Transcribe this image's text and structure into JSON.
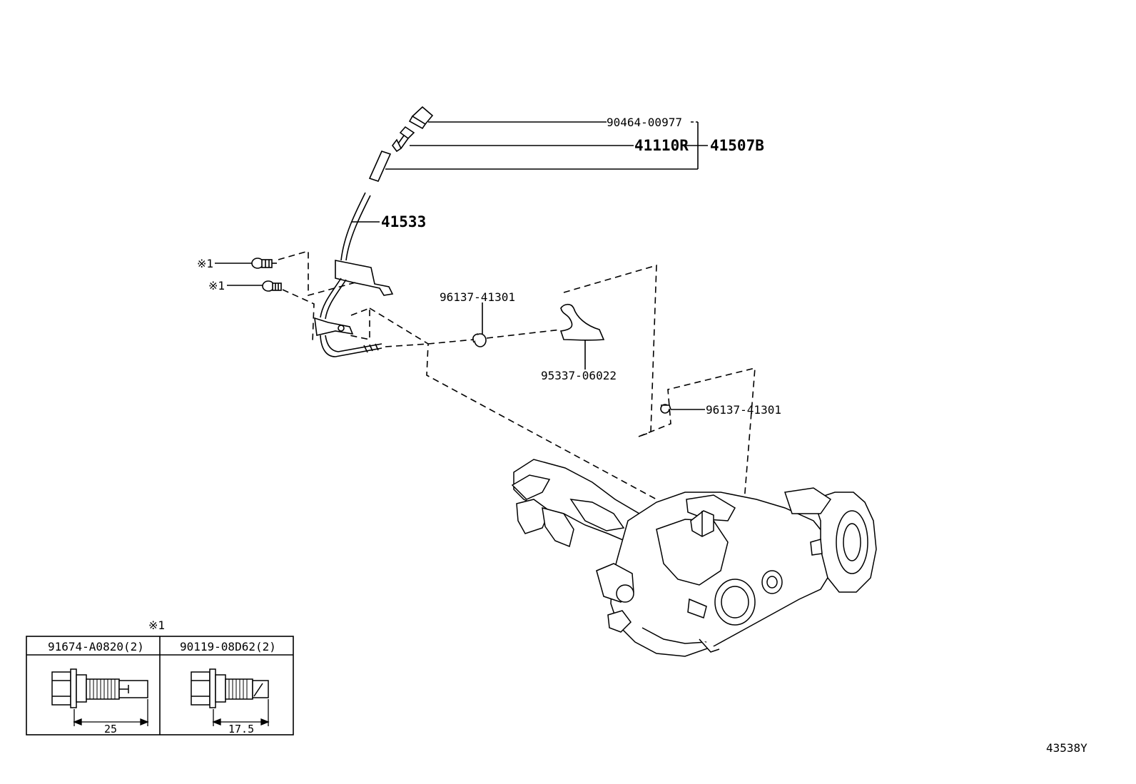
{
  "callouts": {
    "p90464": "90464-00977",
    "p41110R": "41110R",
    "p41507B": "41507B",
    "p41533": "41533",
    "mark1a": "※1",
    "mark1b": "※1",
    "p96137a": "96137-41301",
    "p95337": "95337-06022",
    "p96137b": "96137-41301"
  },
  "inset": {
    "mark": "※1",
    "col1": {
      "part": "91674-A0820(2)",
      "dim": "25"
    },
    "col2": {
      "part": "90119-08D62(2)",
      "dim": "17.5"
    }
  },
  "diagram_id": "43538Y"
}
